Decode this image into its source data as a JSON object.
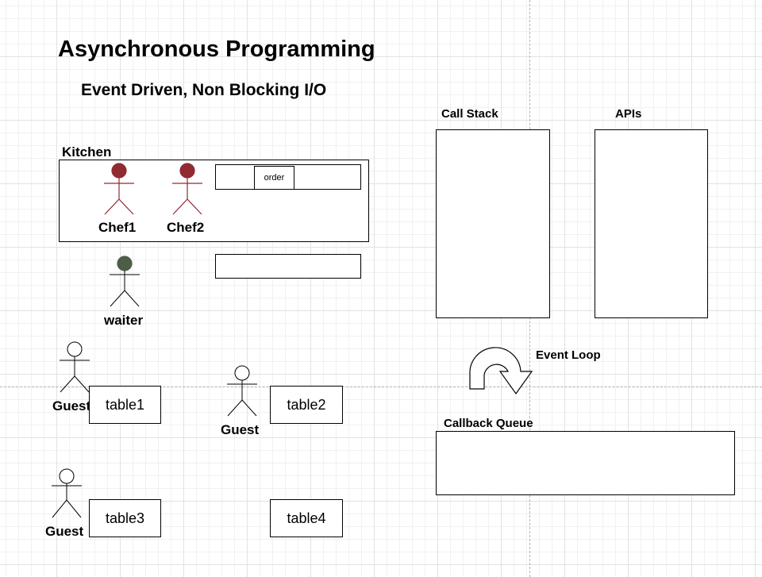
{
  "title": "Asynchronous Programming",
  "subtitle": "Event Driven, Non Blocking I/O",
  "kitchen": {
    "label": "Kitchen",
    "chefs": [
      {
        "name": "Chef1",
        "color": "#922a31"
      },
      {
        "name": "Chef2",
        "color": "#922a31"
      }
    ],
    "order_label": "order"
  },
  "waiter": {
    "name": "waiter",
    "color": "#4d5e48"
  },
  "guests": [
    {
      "name": "Guest"
    },
    {
      "name": "Guest"
    },
    {
      "name": "Guest"
    }
  ],
  "tables": [
    "table1",
    "table2",
    "table3",
    "table4"
  ],
  "runtime": {
    "call_stack_label": "Call Stack",
    "apis_label": "APIs",
    "event_loop_label": "Event Loop",
    "callback_queue_label": "Callback Queue"
  }
}
